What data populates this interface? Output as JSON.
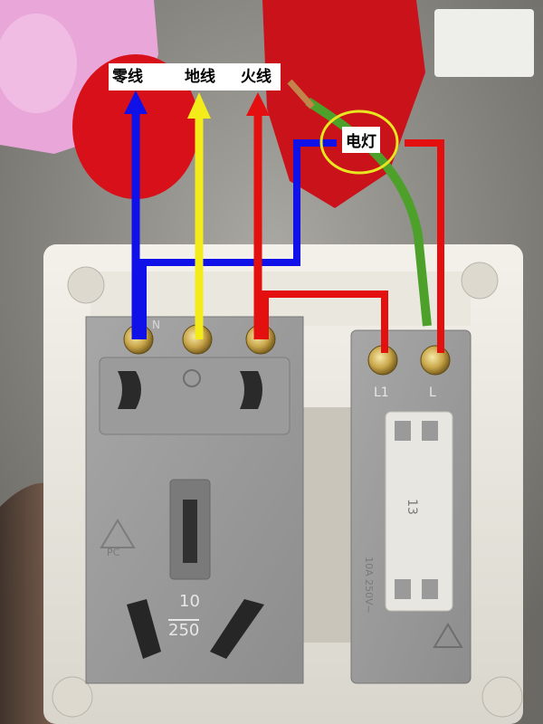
{
  "labels": {
    "neutral": "零线",
    "ground": "地线",
    "live": "火线",
    "light": "电灯"
  },
  "markings": {
    "rating_current": "10",
    "rating_voltage": "250",
    "switch_number": "13",
    "terminal_l1": "L1",
    "terminal_l": "L",
    "terminal_n": "N",
    "switch_rating": "10A 250V~",
    "material": "PC"
  },
  "wire_colors": {
    "neutral": "#1010e8",
    "ground": "#f4ec1a",
    "live": "#e41010",
    "light_marker": "#e8e620"
  }
}
